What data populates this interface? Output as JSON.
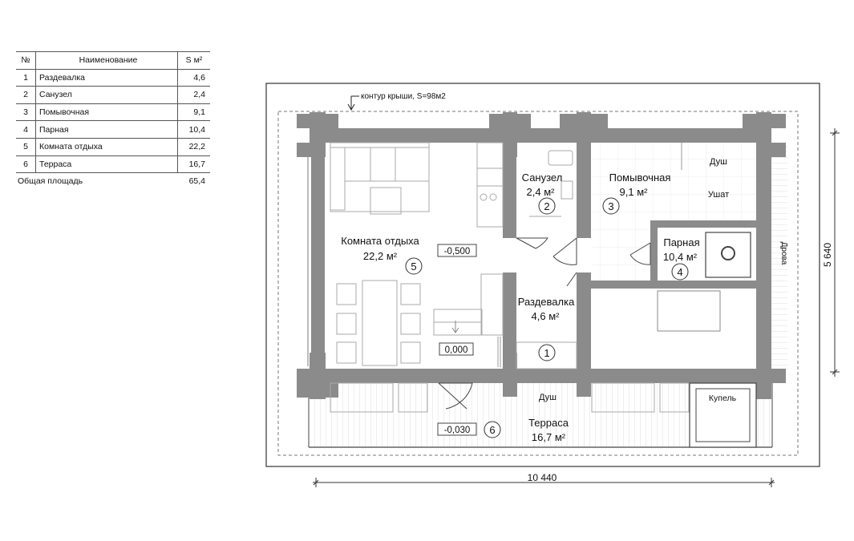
{
  "table": {
    "headers": {
      "num": "№",
      "name": "Наименование",
      "area": "S м²"
    },
    "rows": [
      {
        "num": "1",
        "name": "Раздевалка",
        "area": "4,6"
      },
      {
        "num": "2",
        "name": "Санузел",
        "area": "2,4"
      },
      {
        "num": "3",
        "name": "Помывочная",
        "area": "9,1"
      },
      {
        "num": "4",
        "name": "Парная",
        "area": "10,4"
      },
      {
        "num": "5",
        "name": "Комната отдыха",
        "area": "22,2"
      },
      {
        "num": "6",
        "name": "Терраса",
        "area": "16,7"
      }
    ],
    "total_label": "Общая площадь",
    "total_value": "65,4"
  },
  "plan": {
    "roof_label": "контур крыши, S=98м2",
    "rooms": {
      "rest": {
        "name": "Комната отдыха",
        "area": "22,2 м²",
        "num": "5",
        "level": "-0,500"
      },
      "wc": {
        "name": "Санузел",
        "area": "2,4 м²",
        "num": "2"
      },
      "wash": {
        "name": "Помывочная",
        "area": "9,1 м²",
        "num": "3"
      },
      "steam": {
        "name": "Парная",
        "area": "10,4 м²",
        "num": "4"
      },
      "dressing": {
        "name": "Раздевалка",
        "area": "4,6 м²",
        "num": "1",
        "level": "0,000"
      },
      "terrace": {
        "name": "Терраса",
        "area": "16,7 м²",
        "num": "6",
        "level": "-0,030"
      }
    },
    "labels": {
      "shower_wash": "Душ",
      "shower_terrace": "Душ",
      "tub": "Ушат",
      "firewood": "Дрова",
      "plunge": "Купель"
    },
    "dimensions": {
      "width": "10 440",
      "height": "5 640"
    }
  }
}
